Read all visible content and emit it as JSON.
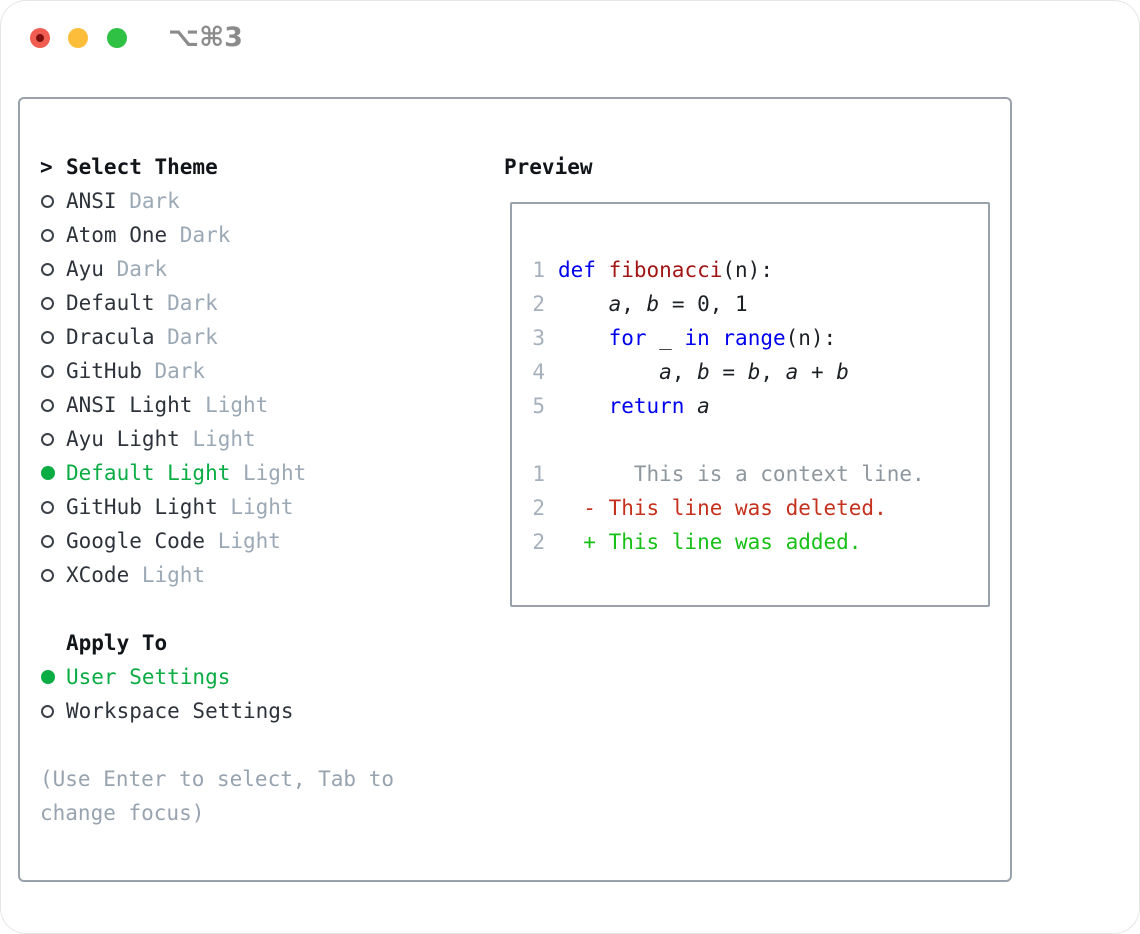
{
  "window": {
    "title": "⌥⌘3",
    "traffic_lights": [
      "close-light",
      "minimize-light",
      "zoom-light"
    ]
  },
  "colors": {
    "accent_green": "#0aac44",
    "keyword_blue": "#0000ee",
    "function_red": "#a31515",
    "diff_deleted_red": "#c5311d",
    "diff_added_green": "#17c117",
    "context_gray": "#8e969e",
    "line_number_gray": "#a6b0bc",
    "variant_gray": "#9ba8b5",
    "hint_gray": "#98a3b0",
    "border_gray": "#99a1ac",
    "text_dark": "#2e333b",
    "title_gray": "#8b8b8b",
    "traffic_red": "#f25d52",
    "traffic_yellow": "#fcbd3a",
    "traffic_green": "#2fc144"
  },
  "theme_panel": {
    "header": {
      "marker": ">",
      "label": "Select Theme"
    },
    "items": [
      {
        "name": "ANSI",
        "variant": "Dark",
        "selected": false
      },
      {
        "name": "Atom One",
        "variant": "Dark",
        "selected": false
      },
      {
        "name": "Ayu",
        "variant": "Dark",
        "selected": false
      },
      {
        "name": "Default",
        "variant": "Dark",
        "selected": false
      },
      {
        "name": "Dracula",
        "variant": "Dark",
        "selected": false
      },
      {
        "name": "GitHub",
        "variant": "Dark",
        "selected": false
      },
      {
        "name": "ANSI Light",
        "variant": "Light",
        "selected": false
      },
      {
        "name": "Ayu Light",
        "variant": "Light",
        "selected": false
      },
      {
        "name": "Default Light",
        "variant": "Light",
        "selected": true
      },
      {
        "name": "GitHub Light",
        "variant": "Light",
        "selected": false
      },
      {
        "name": "Google Code",
        "variant": "Light",
        "selected": false
      },
      {
        "name": "XCode",
        "variant": "Light",
        "selected": false
      }
    ],
    "apply_to": {
      "header": "Apply To",
      "options": [
        {
          "label": "User Settings",
          "selected": true
        },
        {
          "label": "Workspace Settings",
          "selected": false
        }
      ]
    },
    "hint": "(Use Enter to select, Tab to change focus)"
  },
  "preview": {
    "title": "Preview",
    "lines": [
      {
        "num": "1",
        "tokens": [
          [
            "def",
            "kw"
          ],
          [
            " ",
            "p"
          ],
          [
            "fibonacci",
            "fn"
          ],
          [
            "(n):",
            "p"
          ]
        ]
      },
      {
        "num": "2",
        "tokens": [
          [
            "    ",
            "p"
          ],
          [
            "a",
            "v"
          ],
          [
            ", ",
            "p"
          ],
          [
            "b",
            "v"
          ],
          [
            " = 0, 1",
            "p"
          ]
        ]
      },
      {
        "num": "3",
        "tokens": [
          [
            "    ",
            "p"
          ],
          [
            "for",
            "kw"
          ],
          [
            " _ ",
            "p"
          ],
          [
            "in",
            "kw"
          ],
          [
            " ",
            "p"
          ],
          [
            "range",
            "kw"
          ],
          [
            "(n):",
            "p"
          ]
        ]
      },
      {
        "num": "4",
        "tokens": [
          [
            "        ",
            "p"
          ],
          [
            "a",
            "v"
          ],
          [
            ", ",
            "p"
          ],
          [
            "b",
            "v"
          ],
          [
            " = ",
            "p"
          ],
          [
            "b",
            "v"
          ],
          [
            ", ",
            "p"
          ],
          [
            "a",
            "v"
          ],
          [
            " + ",
            "p"
          ],
          [
            "b",
            "v"
          ]
        ]
      },
      {
        "num": "5",
        "tokens": [
          [
            "    ",
            "p"
          ],
          [
            "return",
            "kw"
          ],
          [
            " ",
            "p"
          ],
          [
            "a",
            "v"
          ]
        ]
      },
      {
        "num": "",
        "tokens": []
      },
      {
        "num": "1",
        "tokens": [
          [
            "      This is a context line.",
            "ctx"
          ]
        ]
      },
      {
        "num": "2",
        "tokens": [
          [
            "  - This line was deleted.",
            "del"
          ]
        ]
      },
      {
        "num": "2",
        "tokens": [
          [
            "  + This line was added.",
            "add"
          ]
        ]
      }
    ]
  }
}
